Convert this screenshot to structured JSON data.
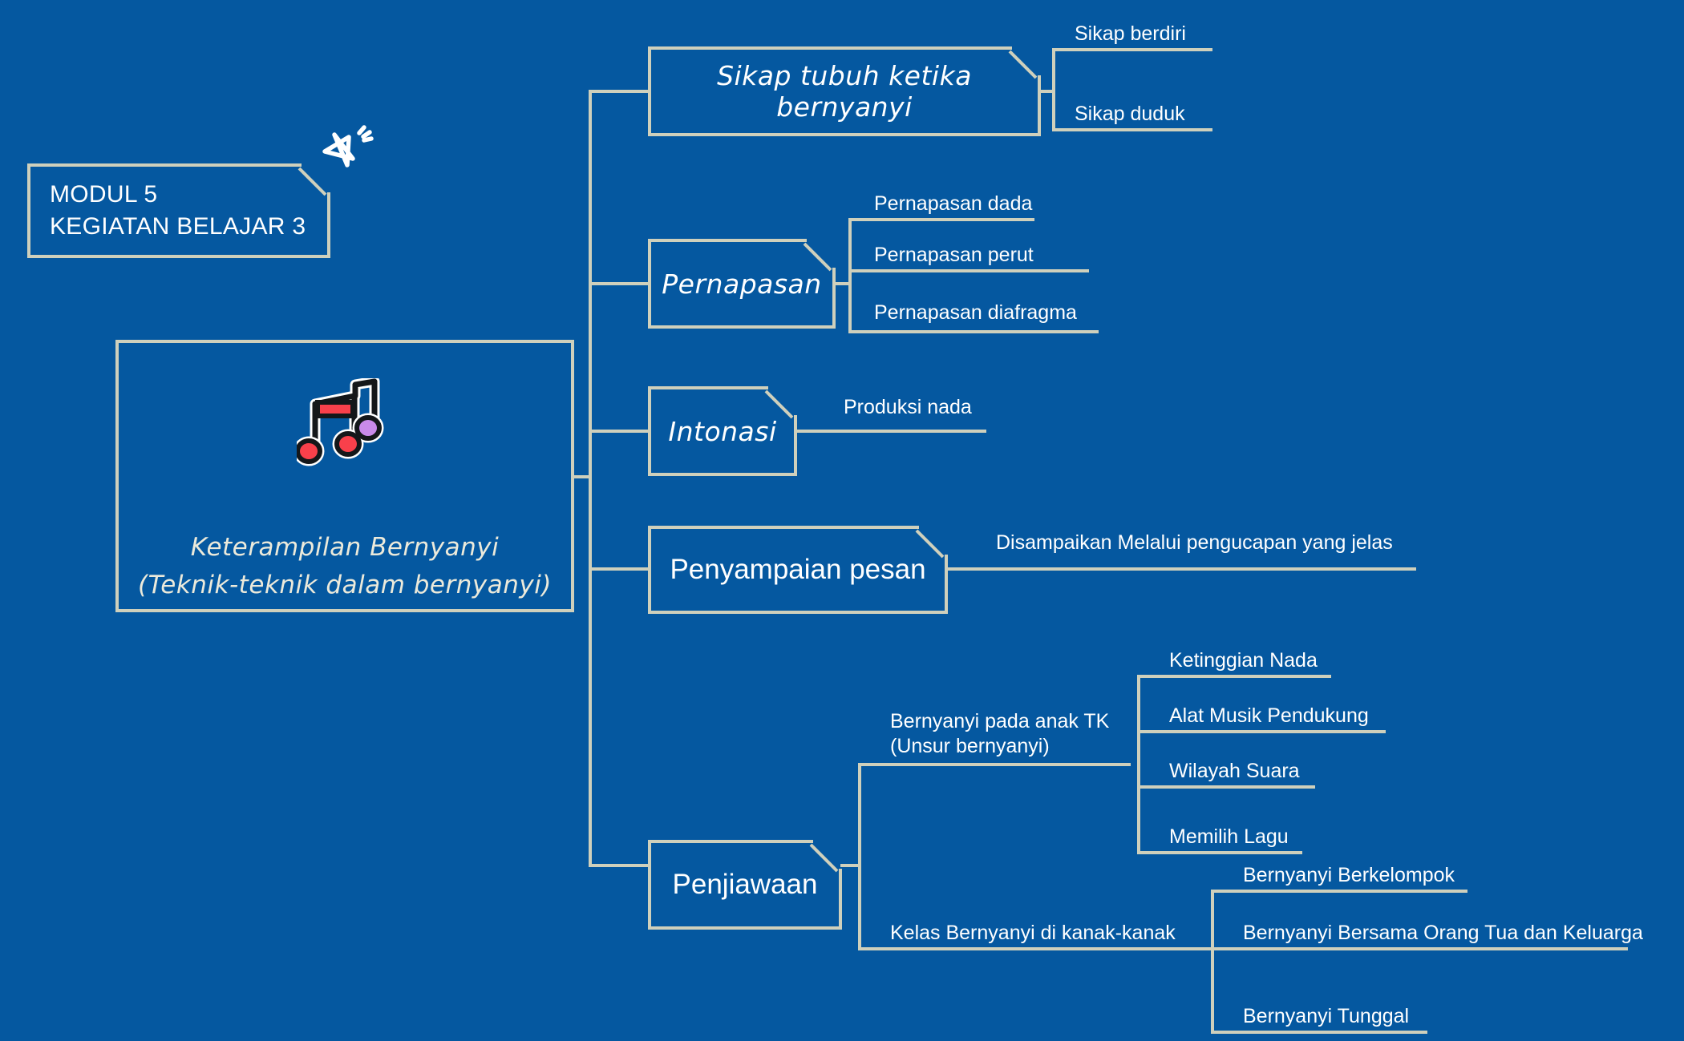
{
  "theme": {
    "background": "#0558a0",
    "line_color": "#cfd0bc",
    "text_color": "#ffffff",
    "center_text_color": "#eceadb",
    "icon_red": "#f9404b",
    "icon_purple": "#c98aea",
    "icon_outline": "#14171a"
  },
  "header": {
    "label": "MODUL 5\nKEGIATAN BELAJAR 3",
    "sparkle_icon": "sparkle-star-icon"
  },
  "center": {
    "icon": "music-notes-icon",
    "title": "Keterampilan Bernyanyi\n(Teknik-teknik dalam bernyanyi)"
  },
  "branches": [
    {
      "id": "sikap-tubuh",
      "label": "Sikap tubuh ketika bernyanyi",
      "style": "hand",
      "children": [
        "Sikap berdiri",
        "Sikap duduk"
      ]
    },
    {
      "id": "pernapasan",
      "label": "Pernapasan",
      "style": "hand",
      "children": [
        "Pernapasan dada",
        "Pernapasan perut",
        "Pernapasan diafragma"
      ]
    },
    {
      "id": "intonasi",
      "label": "Intonasi",
      "style": "hand",
      "children": [
        "Produksi nada"
      ]
    },
    {
      "id": "penyampaian-pesan",
      "label": "Penyampaian pesan",
      "style": "plain",
      "children": [
        "Disampaikan Melalui pengucapan yang jelas"
      ]
    },
    {
      "id": "penjiawaan",
      "label": "Penjiawaan",
      "style": "plain",
      "children": [
        {
          "label": "Bernyanyi pada anak TK\n(Unsur bernyanyi)",
          "children": [
            "Ketinggian Nada",
            "Alat Musik Pendukung",
            "Wilayah Suara",
            "Memilih Lagu"
          ]
        },
        {
          "label": "Kelas Bernyanyi di kanak-kanak",
          "children": [
            "Bernyanyi Berkelompok",
            "Bernyanyi Bersama Orang Tua dan Keluarga",
            "Bernyanyi Tunggal"
          ]
        }
      ]
    }
  ],
  "leaves": {
    "sikap_berdiri": "Sikap berdiri",
    "sikap_duduk": "Sikap duduk",
    "pernapasan_dada": "Pernapasan dada",
    "pernapasan_perut": "Pernapasan perut",
    "pernapasan_diafragma": "Pernapasan diafragma",
    "produksi_nada": "Produksi nada",
    "disampaikan": "Disampaikan Melalui pengucapan yang jelas",
    "bernyanyi_tk": "Bernyanyi pada anak TK\n(Unsur bernyanyi)",
    "ketinggian_nada": "Ketinggian Nada",
    "alat_musik": "Alat Musik Pendukung",
    "wilayah_suara": "Wilayah Suara",
    "memilih_lagu": "Memilih Lagu",
    "kelas_bernyanyi": "Kelas Bernyanyi di kanak-kanak",
    "bernyanyi_berkelompok": "Bernyanyi Berkelompok",
    "bernyanyi_bersama": "Bernyanyi Bersama Orang Tua dan Keluarga",
    "bernyanyi_tunggal": "Bernyanyi Tunggal"
  },
  "node_labels": {
    "sikap_tubuh": "Sikap tubuh ketika bernyanyi",
    "pernapasan": "Pernapasan",
    "intonasi": "Intonasi",
    "penyampaian_pesan": "Penyampaian pesan",
    "penjiawaan": "Penjiawaan"
  }
}
